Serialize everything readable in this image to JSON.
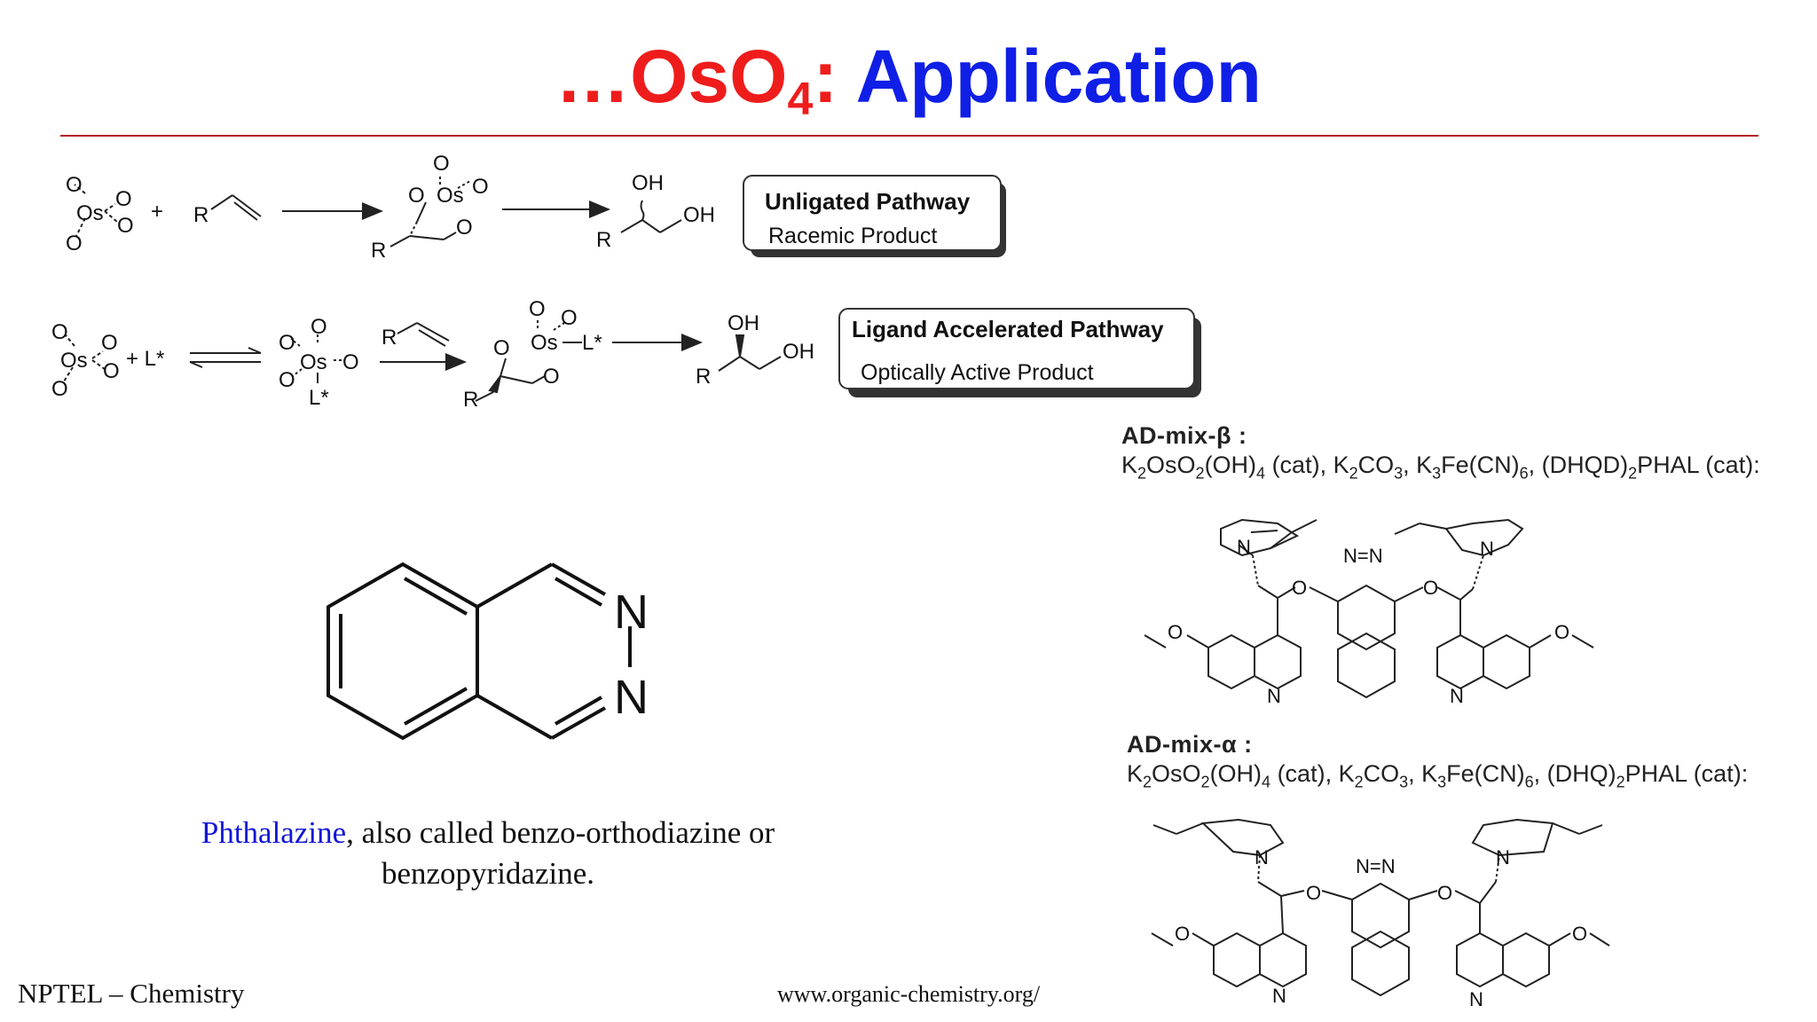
{
  "title": {
    "ellipsis_prefix": "…OsO",
    "subscript": "4",
    "colon": ":",
    "application": "Application"
  },
  "scheme": {
    "row1": {
      "reactant_metal": "Os",
      "oxo": "O",
      "plus": "+",
      "alkene_r": "R",
      "intermediate_os": "Os",
      "product_oh1": "OH",
      "product_oh2": "OH",
      "product_r": "R",
      "box_title": "Unligated Pathway",
      "box_subtitle": "Racemic Product"
    },
    "row2": {
      "plus_ligand": "+ L*",
      "ligand": "L*",
      "ligand_chain": "L*",
      "alkene_r": "R",
      "product_oh1": "OH",
      "product_oh2": "OH",
      "product_r": "R",
      "box_title": "Ligand Accelerated Pathway",
      "box_subtitle": "Optically Active Product"
    }
  },
  "phthalazine": {
    "n1": "N",
    "n2": "N"
  },
  "caption": {
    "highlight": "Phthalazine",
    "rest_line1": ", also called benzo-orthodiazine or",
    "line2": "benzopyridazine."
  },
  "ad_mix_beta": {
    "name": "AD-mix-β :",
    "recipe_parts": [
      "K",
      "2",
      "OsO",
      "2",
      "(OH)",
      "4",
      " (cat), K",
      "2",
      "CO",
      "3",
      ", K",
      "3",
      "Fe(CN)",
      "6",
      ", (DHQD)",
      "2",
      "PHAL (cat):"
    ]
  },
  "ad_mix_alpha": {
    "name": "AD-mix-α :",
    "recipe_parts": [
      "K",
      "2",
      "OsO",
      "2",
      "(OH)",
      "4",
      " (cat), K",
      "2",
      "CO",
      "3",
      ", K",
      "3",
      "Fe(CN)",
      "6",
      ", (DHQ)",
      "2",
      "PHAL (cat):"
    ]
  },
  "ligand_labels": {
    "n": "N",
    "o": "O",
    "nn": "N=N"
  },
  "footer": {
    "left": "NPTEL – Chemistry",
    "right": "www.organic-chemistry.org/"
  },
  "colors": {
    "title_red": "#ef1c1c",
    "title_blue": "#0f1fe6",
    "rule": "#b12424",
    "caption_highlight": "#1316d6"
  }
}
